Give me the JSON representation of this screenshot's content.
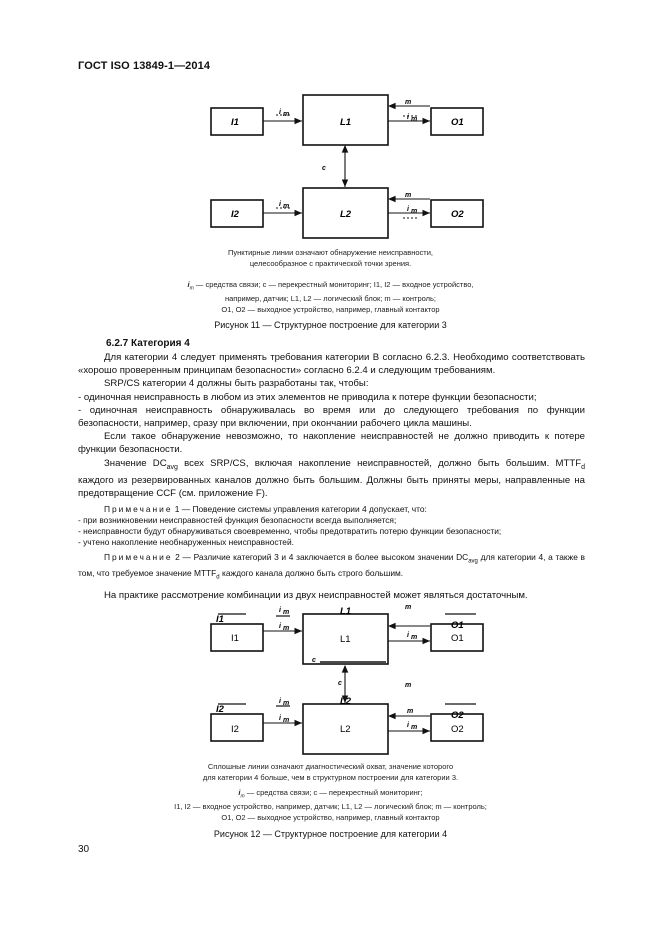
{
  "header": {
    "title": "ГОСТ ISO 13849-1—2014"
  },
  "figure11": {
    "labels": {
      "i1": "I1",
      "i2": "I2",
      "l1": "L1",
      "l2": "L2",
      "o1": "O1",
      "o2": "O2",
      "im": "i",
      "im_sub": "m",
      "m": "m",
      "c": "c"
    },
    "note_line1": "Пунктирные линии означают обнаружение неисправности,",
    "note_line2": "целесообразное с практической точки зрения.",
    "legend_line1": "— средства связи; с — перекрестный мониторинг; I1, I2 — входное устройство,",
    "legend_line2": "например, датчик; L1, L2 — логический блок; m — контроль;",
    "legend_line3": "O1, O2 — выходное устройство, например, главный контактор",
    "caption": "Рисунок 11 — Структурное построение для категории 3"
  },
  "section": {
    "title": "6.2.7 Категория 4",
    "p1": "Для категории 4 следует применять требования категории В согласно 6.2.3. Необходимо соответствовать «хорошо проверенным принципам безопасности» согласно 6.2.4 и следующим требованиям.",
    "p2": "SRP/CS категории 4 должны быть разработаны так, чтобы:",
    "b1": "- одиночная неисправность в любом из этих элементов не приводила к потере функции безопасности;",
    "b2": "- одиночная неисправность обнаруживалась во время или до следующего требования по функции безопасности, например, сразу при включении, при окончании рабочего цикла машины.",
    "p3": "Если такое обнаружение невозможно, то накопление неисправностей не должно приводить к потере функции безопасности.",
    "p4a": "Значение DC",
    "p4sub1": "avg",
    "p4b": " всех SRP/CS, включая накопление неисправностей, должно быть большим. MTTF",
    "p4sub2": "d",
    "p4c": " каждого из резервированных каналов должно быть большим. Должны быть приняты меры, направленные на предотвращение CCF (см. приложение F).",
    "note1_head": "Примечание",
    "note1_text": " 1 — Поведение системы управления категории 4 допускает, что:",
    "note1_b1": "- при возникновении неисправностей функция безопасности всегда выполняется;",
    "note1_b2": "- неисправности будут обнаруживаться своевременно, чтобы предотвратить потерю функции безопасности;",
    "note1_b3": "- учтено накопление необнаруженных неисправностей.",
    "note2_head": "Примечание",
    "note2_a": " 2 — Различие категорий 3 и 4 заключается в более высоком значении DC",
    "note2_sub1": "avg",
    "note2_b": " для категории 4, а также в том, что требуемое значение MTTF",
    "note2_sub2": "d",
    "note2_c": " каждого канала должно быть строго большим.",
    "p5": "На практике рассмотрение комбинации из двух неисправностей может являться достаточным."
  },
  "figure12": {
    "labels": {
      "i1": "I1",
      "i2": "I2",
      "l1": "L1",
      "l2": "L2",
      "o1": "O1",
      "o2": "O2",
      "im": "i",
      "im_sub": "m",
      "m": "m",
      "c": "c"
    },
    "note_line1": "Сплошные линии означают диагностический охват, значение которого",
    "note_line2": "для категории 4 больше, чем в структурном построении для категории 3.",
    "legend_line1": "— средства связи; с — перекрестный мониторинг;",
    "legend_line2": "I1, I2 — входное устройство, например, датчик; L1, L2 — логический блок; m — контроль;",
    "legend_line3": "O1, O2 — выходное устройство, например, главный контактор",
    "caption": "Рисунок 12 — Структурное построение для категории 4"
  },
  "footer": {
    "page_number": "30"
  }
}
